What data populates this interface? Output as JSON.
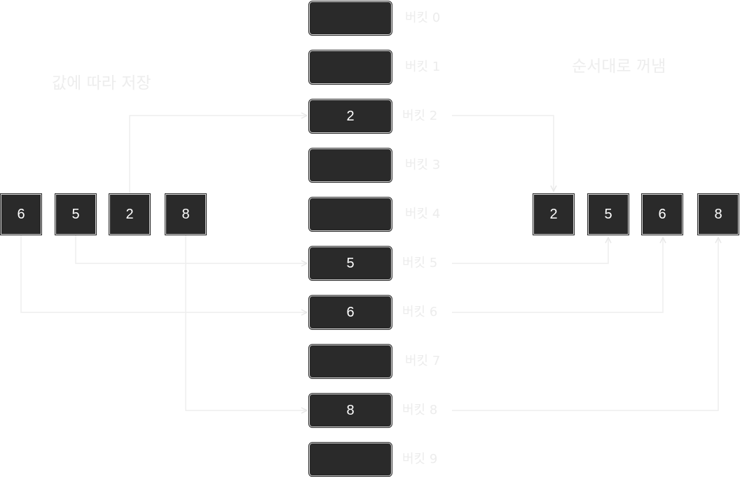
{
  "captions": {
    "store_by_value": "값에 따라 저장",
    "take_in_order": "순서대로 꺼냄"
  },
  "input": {
    "items": [
      "6",
      "5",
      "2",
      "8"
    ]
  },
  "buckets": [
    {
      "label": "버킷 0",
      "value": ""
    },
    {
      "label": "버킷 1",
      "value": ""
    },
    {
      "label": "버킷 2",
      "value": "2"
    },
    {
      "label": "버킷 3",
      "value": ""
    },
    {
      "label": "버킷 4",
      "value": ""
    },
    {
      "label": "버킷 5",
      "value": "5"
    },
    {
      "label": "버킷 6",
      "value": "6"
    },
    {
      "label": "버킷 7",
      "value": ""
    },
    {
      "label": "버킷 8",
      "value": "8"
    },
    {
      "label": "버킷 9",
      "value": ""
    }
  ],
  "output": {
    "items": [
      "2",
      "5",
      "6",
      "8"
    ]
  },
  "colors": {
    "box_fill": "#2a2a2a",
    "box_text": "#ffffff",
    "connector": "#eeeeee",
    "label_text": "#ececec"
  }
}
